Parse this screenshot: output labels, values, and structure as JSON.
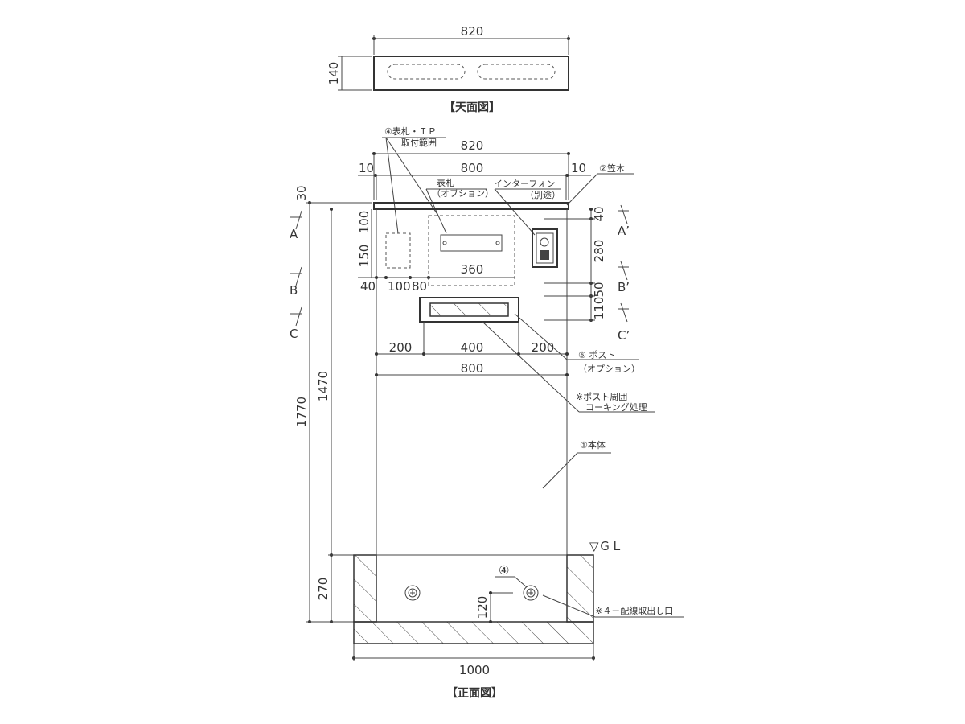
{
  "top_view": {
    "width_dim": "820",
    "depth_dim": "140",
    "title": "【天面図】"
  },
  "front_view": {
    "title": "【正面図】",
    "dims": {
      "overall_top": "820",
      "inner_top": "800",
      "left_margin": "10",
      "right_margin": "10",
      "cap": "30",
      "total_height": "1770",
      "above_ground": "1470",
      "below_ground": "270",
      "plate_area_h1": "100",
      "plate_area_h2": "150",
      "bottom_left_40": "40",
      "bottom_left_100": "100",
      "bottom_left_80": "80",
      "plate_area_w": "360",
      "right_40": "40",
      "right_280": "280",
      "right_50": "50",
      "right_110": "110",
      "post_left": "200",
      "post_width": "400",
      "post_right": "200",
      "body_width": "800",
      "outlet_height": "120",
      "base_width": "1000"
    },
    "labels": {
      "plate_ip_line1": "④表札・ＩＰ",
      "plate_ip_line2": "取付範囲",
      "nameplate_line1": "表札",
      "nameplate_line2": "（オプション）",
      "intercom_line1": "インターフォン",
      "intercom_line2": "（別途）",
      "cap": "②笠木",
      "post_line1": "⑥ ポスト",
      "post_line2": "（オプション）",
      "caulk_line1": "※ポスト周囲",
      "caulk_line2": "コーキング処理",
      "body": "①本体",
      "gl": "▽ＧＬ",
      "outlet_num": "④",
      "outlet_note": "※４－配線取出し口"
    },
    "sections": {
      "a": "A",
      "b": "B",
      "c": "C",
      "a2": "A’",
      "b2": "B’",
      "c2": "C’"
    }
  }
}
